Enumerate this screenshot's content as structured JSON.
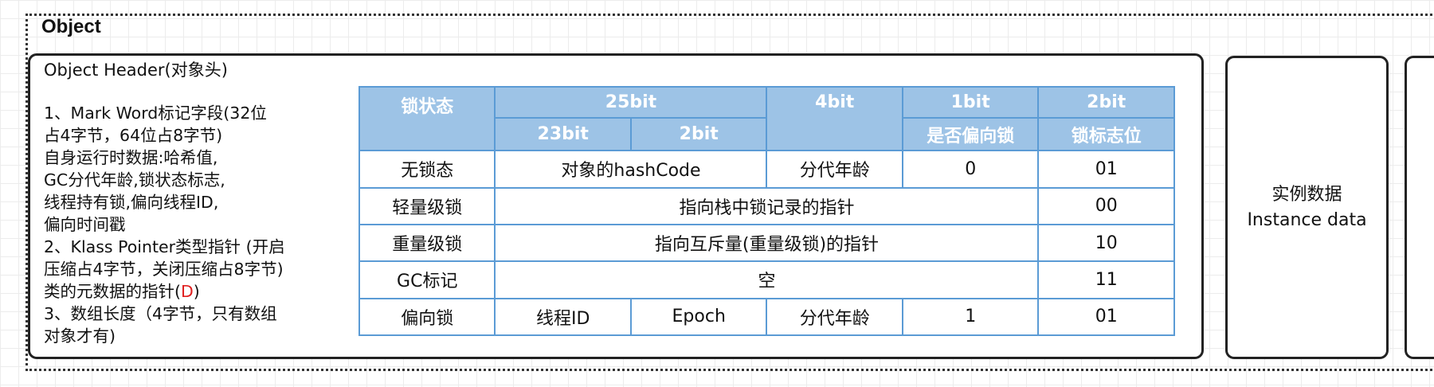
{
  "object_title": "Object",
  "object_header": {
    "title": "Object Header(对象头)",
    "description": [
      {
        "text": "1、Mark Word标记字段(32位",
        "accent": ""
      },
      {
        "text": " 占4字节，64位占8字节)",
        "accent": ""
      },
      {
        "text": "自身运行时数据:哈希值,",
        "accent": ""
      },
      {
        "text": "GC分代年龄,锁状态标志,",
        "accent": ""
      },
      {
        "text": "线程持有锁,偏向线程ID,",
        "accent": ""
      },
      {
        "text": "偏向时间戳",
        "accent": ""
      },
      {
        "text": "2、Klass Pointer类型指针 (开启",
        "accent": ""
      },
      {
        "text": "压缩占4字节，关闭压缩占8字节)",
        "accent": ""
      },
      {
        "text": "类的元数据的指针(",
        "accent": "D",
        "after": ")"
      },
      {
        "text": "3、数组长度（4字节，只有数组",
        "accent": ""
      },
      {
        "text": "对象才有)",
        "accent": ""
      }
    ]
  },
  "table": {
    "headers": {
      "lock_state": "锁状态",
      "bits_25": "25bit",
      "bits_4": "4bit",
      "bits_1": "1bit",
      "bits_2": "2bit",
      "bits_23": "23bit",
      "bits_2_sub": "2bit",
      "is_biased": "是否偏向锁",
      "lock_flag": "锁标志位"
    },
    "rows": {
      "unlocked": {
        "state": "无锁态",
        "hash": "对象的hashCode",
        "age": "分代年龄",
        "biased": "0",
        "flag": "01"
      },
      "lightweight": {
        "state": "轻量级锁",
        "content": "指向栈中锁记录的指针",
        "flag": "00"
      },
      "heavyweight": {
        "state": "重量级锁",
        "content": "指向互斥量(重量级锁)的指针",
        "flag": "10"
      },
      "gc": {
        "state": "GC标记",
        "content": "空",
        "flag": "11"
      },
      "biased": {
        "state": "偏向锁",
        "thread": "线程ID",
        "epoch": "Epoch",
        "age": "分代年龄",
        "biased": "1",
        "flag": "01"
      }
    }
  },
  "instance_data": {
    "line1": "实例数据",
    "line2": "Instance data"
  },
  "colors": {
    "table_header_bg": "#9dc3e6",
    "table_border": "#5b9bd5",
    "accent_red": "#e02020"
  }
}
